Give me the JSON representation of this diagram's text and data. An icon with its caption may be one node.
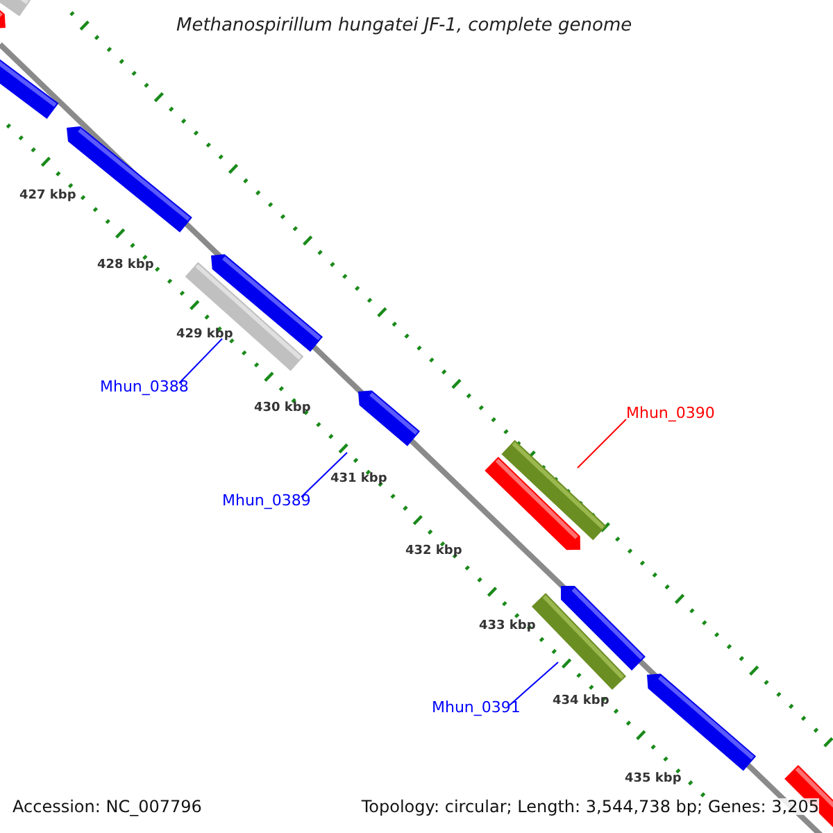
{
  "diagram": {
    "title": "Methanospirillum hungatei JF-1, complete genome",
    "nodes": [
      {
        "text": [],
        "shape": "bar"
      },
      {
        "text": [],
        "shape": "arrow"
      },
      {
        "text": [],
        "shape": "arrow"
      },
      {
        "text": [],
        "shape": "arrow"
      },
      {
        "text": [],
        "shape": "arrow"
      },
      {
        "text": [],
        "shape": "bar"
      },
      {
        "text": [
          "Mhun_0388"
        ]
      },
      {
        "text": [],
        "shape": "arrow"
      },
      {
        "text": [
          "Mhun_0390"
        ]
      },
      {
        "text": [],
        "shape": "bar"
      },
      {
        "text": [],
        "shape": "arrow"
      },
      {
        "text": [
          "Mhun_0389"
        ]
      },
      {
        "text": [],
        "shape": "arrow"
      },
      {
        "text": [],
        "shape": "bar"
      },
      {
        "text": [
          "Mhun_0391"
        ]
      },
      {
        "text": [],
        "shape": "arrow"
      },
      {
        "text": [],
        "shape": "arrow"
      }
    ],
    "edges": [
      {
        "from": 6,
        "to": 5,
        "arrow": "none"
      },
      {
        "from": 11,
        "to": 7,
        "arrow": "none"
      },
      {
        "from": 8,
        "to": 9,
        "arrow": "none",
        "color": "#ff0000"
      },
      {
        "from": 14,
        "to": 13,
        "arrow": "none"
      }
    ],
    "labels": [
      "427 kbp",
      "428 kbp",
      "429 kbp",
      "430 kbp",
      "431 kbp",
      "432 kbp",
      "433 kbp",
      "434 kbp",
      "435 kbp",
      "Accession: NC_007796",
      "Topology: circular; Length: 3,544,738 bp; Genes: 3,205"
    ]
  }
}
